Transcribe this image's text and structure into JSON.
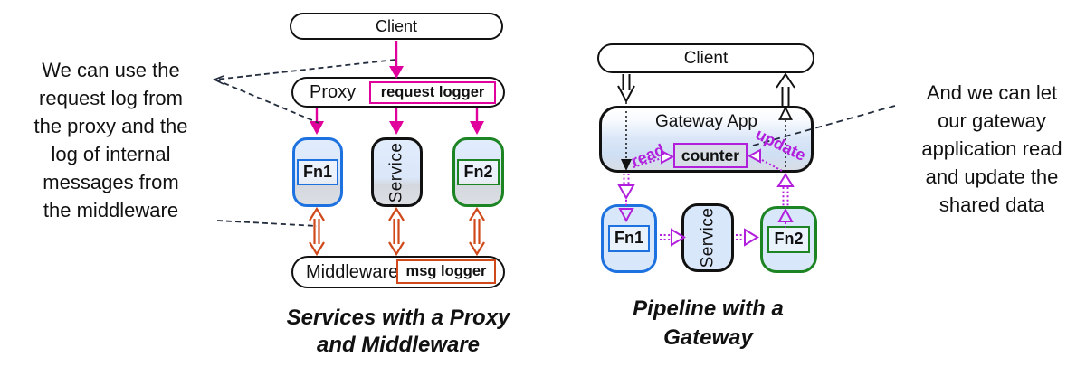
{
  "left": {
    "client": "Client",
    "proxy": "Proxy",
    "request_logger": "request logger",
    "fn1": "Fn1",
    "service": "Service",
    "fn2": "Fn2",
    "middleware": "Middleware",
    "msg_logger": "msg logger",
    "caption": [
      "Services with a Proxy",
      "and Middleware"
    ]
  },
  "right": {
    "client": "Client",
    "gateway": "Gateway App",
    "counter": "counter",
    "read": "read",
    "update": "update",
    "fn1": "Fn1",
    "service": "Service",
    "fn2": "Fn2",
    "caption": [
      "Pipeline with a",
      "Gateway"
    ]
  },
  "notes": {
    "left": [
      "We can use the",
      "request log from",
      "the proxy and the",
      "log of internal",
      "messages from",
      "the middleware"
    ],
    "right": [
      "And we can let",
      "our gateway",
      "application read",
      "and update the",
      "shared data"
    ]
  },
  "colors": {
    "magenta_arrow": "#e0009c",
    "violet_arrow": "#b11fdd",
    "orange_arrow": "#d0491a",
    "blue_border": "#1e72e0",
    "green_border": "#1d8424",
    "black": "#111111",
    "node_fill_blue": "#d9e7fa",
    "node_fill_gray": "#d7dbe1",
    "dashed_note_line": "#232d3d"
  }
}
